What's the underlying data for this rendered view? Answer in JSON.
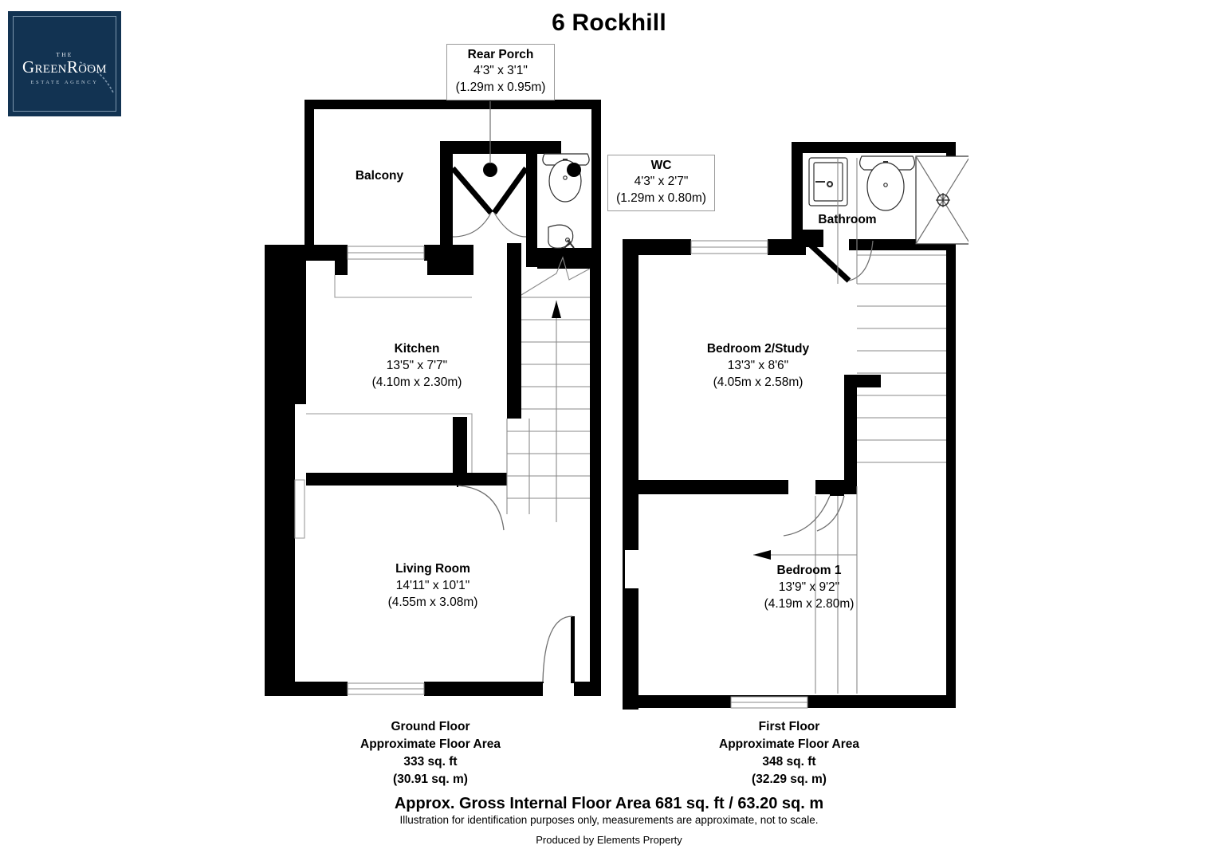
{
  "logo": {
    "line_the": "THE",
    "line_main_green": "G",
    "line_main_reen": "REEN",
    "line_main_r": "R",
    "line_main_oom": "OOM",
    "line_sub": "ESTATE AGENCY",
    "bg_color": "#123352",
    "text_color": "#ffffff"
  },
  "title": "6 Rockhill",
  "callouts": [
    {
      "id": "rear-porch",
      "name": "Rear Porch",
      "dim_imperial": "4'3\" x 3'1\"",
      "dim_metric": "(1.29m x 0.95m)"
    },
    {
      "id": "wc",
      "name": "WC",
      "dim_imperial": "4'3\" x 2'7\"",
      "dim_metric": "(1.29m x 0.80m)"
    }
  ],
  "ground_floor": {
    "caption": {
      "floor": "Ground Floor",
      "area_label": "Approximate Floor Area",
      "area_ft": "333 sq. ft",
      "area_m": "(30.91 sq. m)"
    },
    "rooms": [
      {
        "id": "balcony",
        "name": "Balcony",
        "dim_imperial": "",
        "dim_metric": ""
      },
      {
        "id": "kitchen",
        "name": "Kitchen",
        "dim_imperial": "13'5\" x 7'7\"",
        "dim_metric": "(4.10m x 2.30m)"
      },
      {
        "id": "living-room",
        "name": "Living Room",
        "dim_imperial": "14'11\" x 10'1\"",
        "dim_metric": "(4.55m x 3.08m)"
      }
    ]
  },
  "first_floor": {
    "caption": {
      "floor": "First Floor",
      "area_label": "Approximate Floor Area",
      "area_ft": "348 sq. ft",
      "area_m": "(32.29 sq. m)"
    },
    "rooms": [
      {
        "id": "bathroom",
        "name": "Bathroom",
        "dim_imperial": "",
        "dim_metric": ""
      },
      {
        "id": "bedroom-2-study",
        "name": "Bedroom 2/Study",
        "dim_imperial": "13'3\" x 8'6\"",
        "dim_metric": "(4.05m x 2.58m)"
      },
      {
        "id": "bedroom-1",
        "name": "Bedroom 1",
        "dim_imperial": "13'9\" x 9'2\"",
        "dim_metric": "(4.19m x 2.80m)"
      }
    ]
  },
  "footer": {
    "gross": "Approx. Gross Internal Floor Area 681 sq. ft / 63.20 sq. m",
    "disclaimer": "Illustration for identification purposes only, measurements are approximate, not to scale.",
    "produced_by": "Produced by Elements Property"
  },
  "colors": {
    "wall": "#000000",
    "fixture_line": "#3a3a3a",
    "thin_line": "#8a8a8a",
    "background": "#ffffff"
  }
}
